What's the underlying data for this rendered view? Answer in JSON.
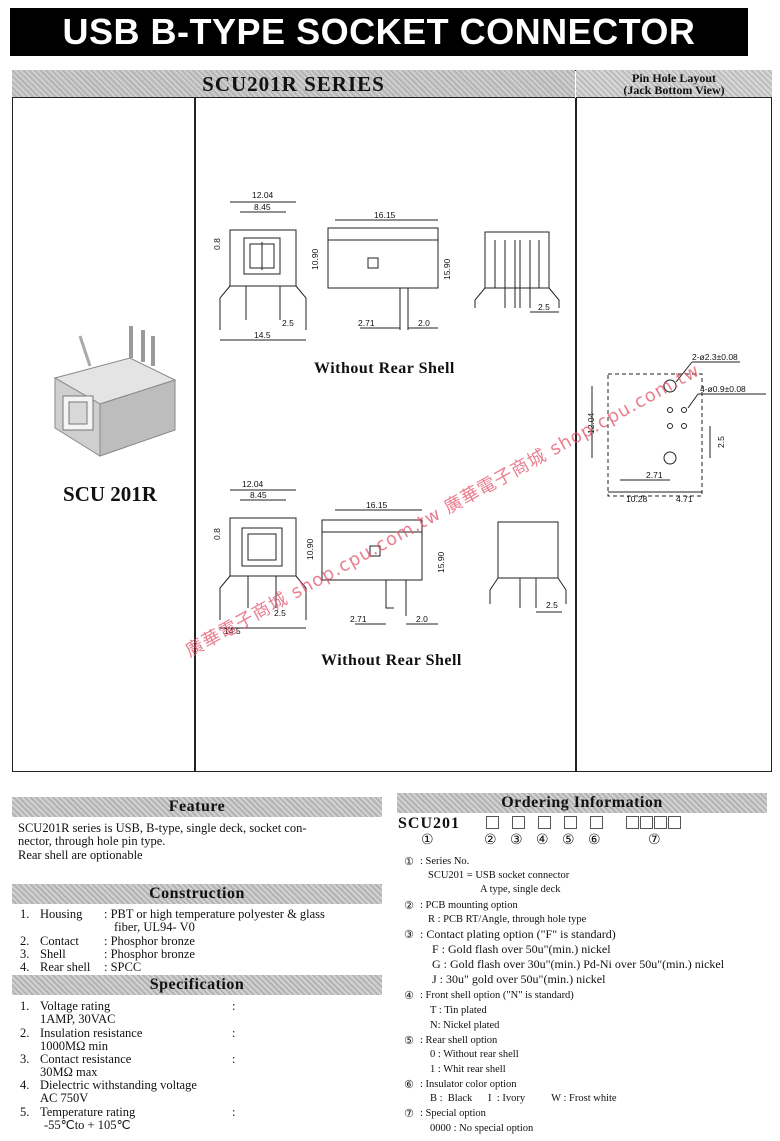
{
  "title": "USB B-TYPE SOCKET CONNECTOR",
  "series": "SCU201R  SERIES",
  "pin_layout": {
    "title_line1": "Pin Hole Layout",
    "title_line2": "(Jack Bottom View)",
    "dims": {
      "hole_large": "2-ø2.3±0.08",
      "hole_small": "4-ø0.9±0.08",
      "h": "12.04",
      "v": "2.5",
      "a": "2.71",
      "b": "10.28",
      "c": "4.71"
    }
  },
  "product_label": "SCU 201R",
  "drawings": {
    "top_caption": "Without Rear Shell",
    "bottom_caption": "Without Rear Shell",
    "dims": {
      "w1": "12.04",
      "w2": "8.45",
      "h1": "0.8",
      "w3": "14.5",
      "p": "2.5",
      "l1": "16.15",
      "h2": "10.90",
      "h3": "15.90",
      "a": "2.71",
      "b": "2.0",
      "r": "2.5"
    }
  },
  "watermark": "廣華電子商城  shop.cpu.com.tw  廣華電子商城  shop.cpu.com.tw",
  "feature": {
    "heading": "Feature",
    "lines": [
      "SCU201R series is USB, B-type, single deck, socket con-",
      "nector, through hole pin type.",
      "Rear shell are optionable"
    ]
  },
  "construction": {
    "heading": "Construction",
    "items": [
      {
        "num": "1.",
        "name": "Housing",
        "value": ": PBT or high temperature polyester & glass",
        "value2": "fiber, UL94- V0"
      },
      {
        "num": "2.",
        "name": "Contact",
        "value": ": Phosphor bronze"
      },
      {
        "num": "3.",
        "name": "Shell",
        "value": ": Phosphor bronze"
      },
      {
        "num": "4.",
        "name": "Rear shell",
        "value": ": SPCC"
      }
    ]
  },
  "specification": {
    "heading": "Specification",
    "items": [
      {
        "num": "1.",
        "name": "Voltage rating",
        "value": "1AMP, 30VAC"
      },
      {
        "num": "2.",
        "name": "Insulation resistance",
        "value": "1000MΩ    min"
      },
      {
        "num": "3.",
        "name": "Contact resistance",
        "value": "30MΩ      max"
      },
      {
        "num": "4.",
        "name": "Dielectric withstanding voltage",
        "value": "AC 750V"
      },
      {
        "num": "5.",
        "name": "Temperature rating",
        "value": "-55℃to + 105℃"
      }
    ],
    "colon": ":"
  },
  "ordering": {
    "heading": "Ordering Information",
    "code": "SCU201",
    "nums": [
      "①",
      "②",
      "③",
      "④",
      "⑤",
      "⑥",
      "⑦"
    ],
    "lines": [
      {
        "n": "①",
        "t": ": Series No."
      },
      {
        "t": "SCU201 = USB socket connector"
      },
      {
        "t": "A type, single deck"
      },
      {
        "n": "②",
        "t": ": PCB mounting option"
      },
      {
        "t": "R : PCB RT/Angle, through hole type"
      },
      {
        "n": "③",
        "t": ": Contact plating option  (\"F\" is standard)"
      },
      {
        "t": "F :  Gold flash over 50u\"(min.) nickel"
      },
      {
        "t": "G :  Gold flash over 30u\"(min.) Pd-Ni over 50u\"(min.) nickel"
      },
      {
        "t": "J  :  30u\" gold over 50u\"(min.) nickel"
      },
      {
        "n": "④",
        "t": ": Front shell option (\"N\" is standard)"
      },
      {
        "t": "T : Tin plated"
      },
      {
        "t": "N: Nickel plated"
      },
      {
        "n": "⑤",
        "t": ": Rear shell option"
      },
      {
        "t": "0 : Without rear shell"
      },
      {
        "t": "1 : Whit rear shell"
      },
      {
        "n": "⑥",
        "t": ": Insulator color option"
      },
      {
        "t": "B :  Black      I  : Ivory          W : Frost white"
      },
      {
        "n": "⑦",
        "t": ": Special option"
      },
      {
        "t": "0000 : No special option"
      }
    ]
  }
}
